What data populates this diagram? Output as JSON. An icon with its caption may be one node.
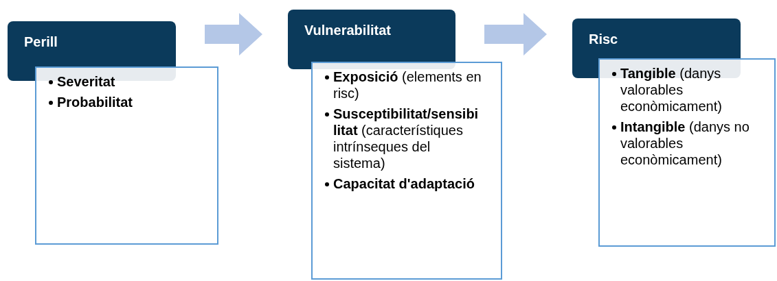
{
  "diagram": {
    "nodes": [
      {
        "text": [
          "Perill"
        ]
      },
      {
        "text": [
          "**Severitat**",
          "**Probabilitat**"
        ]
      },
      {
        "text": [
          "Vulnerabilitat"
        ]
      },
      {
        "text": [
          "**Exposició** (elements en risc)",
          "**Susceptibilitat/sensibilitat** (característiques intrínseques del sistema)",
          "**Capacitat d'adaptació**"
        ]
      },
      {
        "text": [
          "Risc"
        ]
      },
      {
        "text": [
          "**Tangible** (danys valorables econòmicament)",
          "**Intangible** (danys no valorables econòmicament)"
        ]
      }
    ],
    "edges": [
      {
        "from": 0,
        "to": 2,
        "arrow": "to"
      },
      {
        "from": 2,
        "to": 4,
        "arrow": "to"
      }
    ]
  }
}
